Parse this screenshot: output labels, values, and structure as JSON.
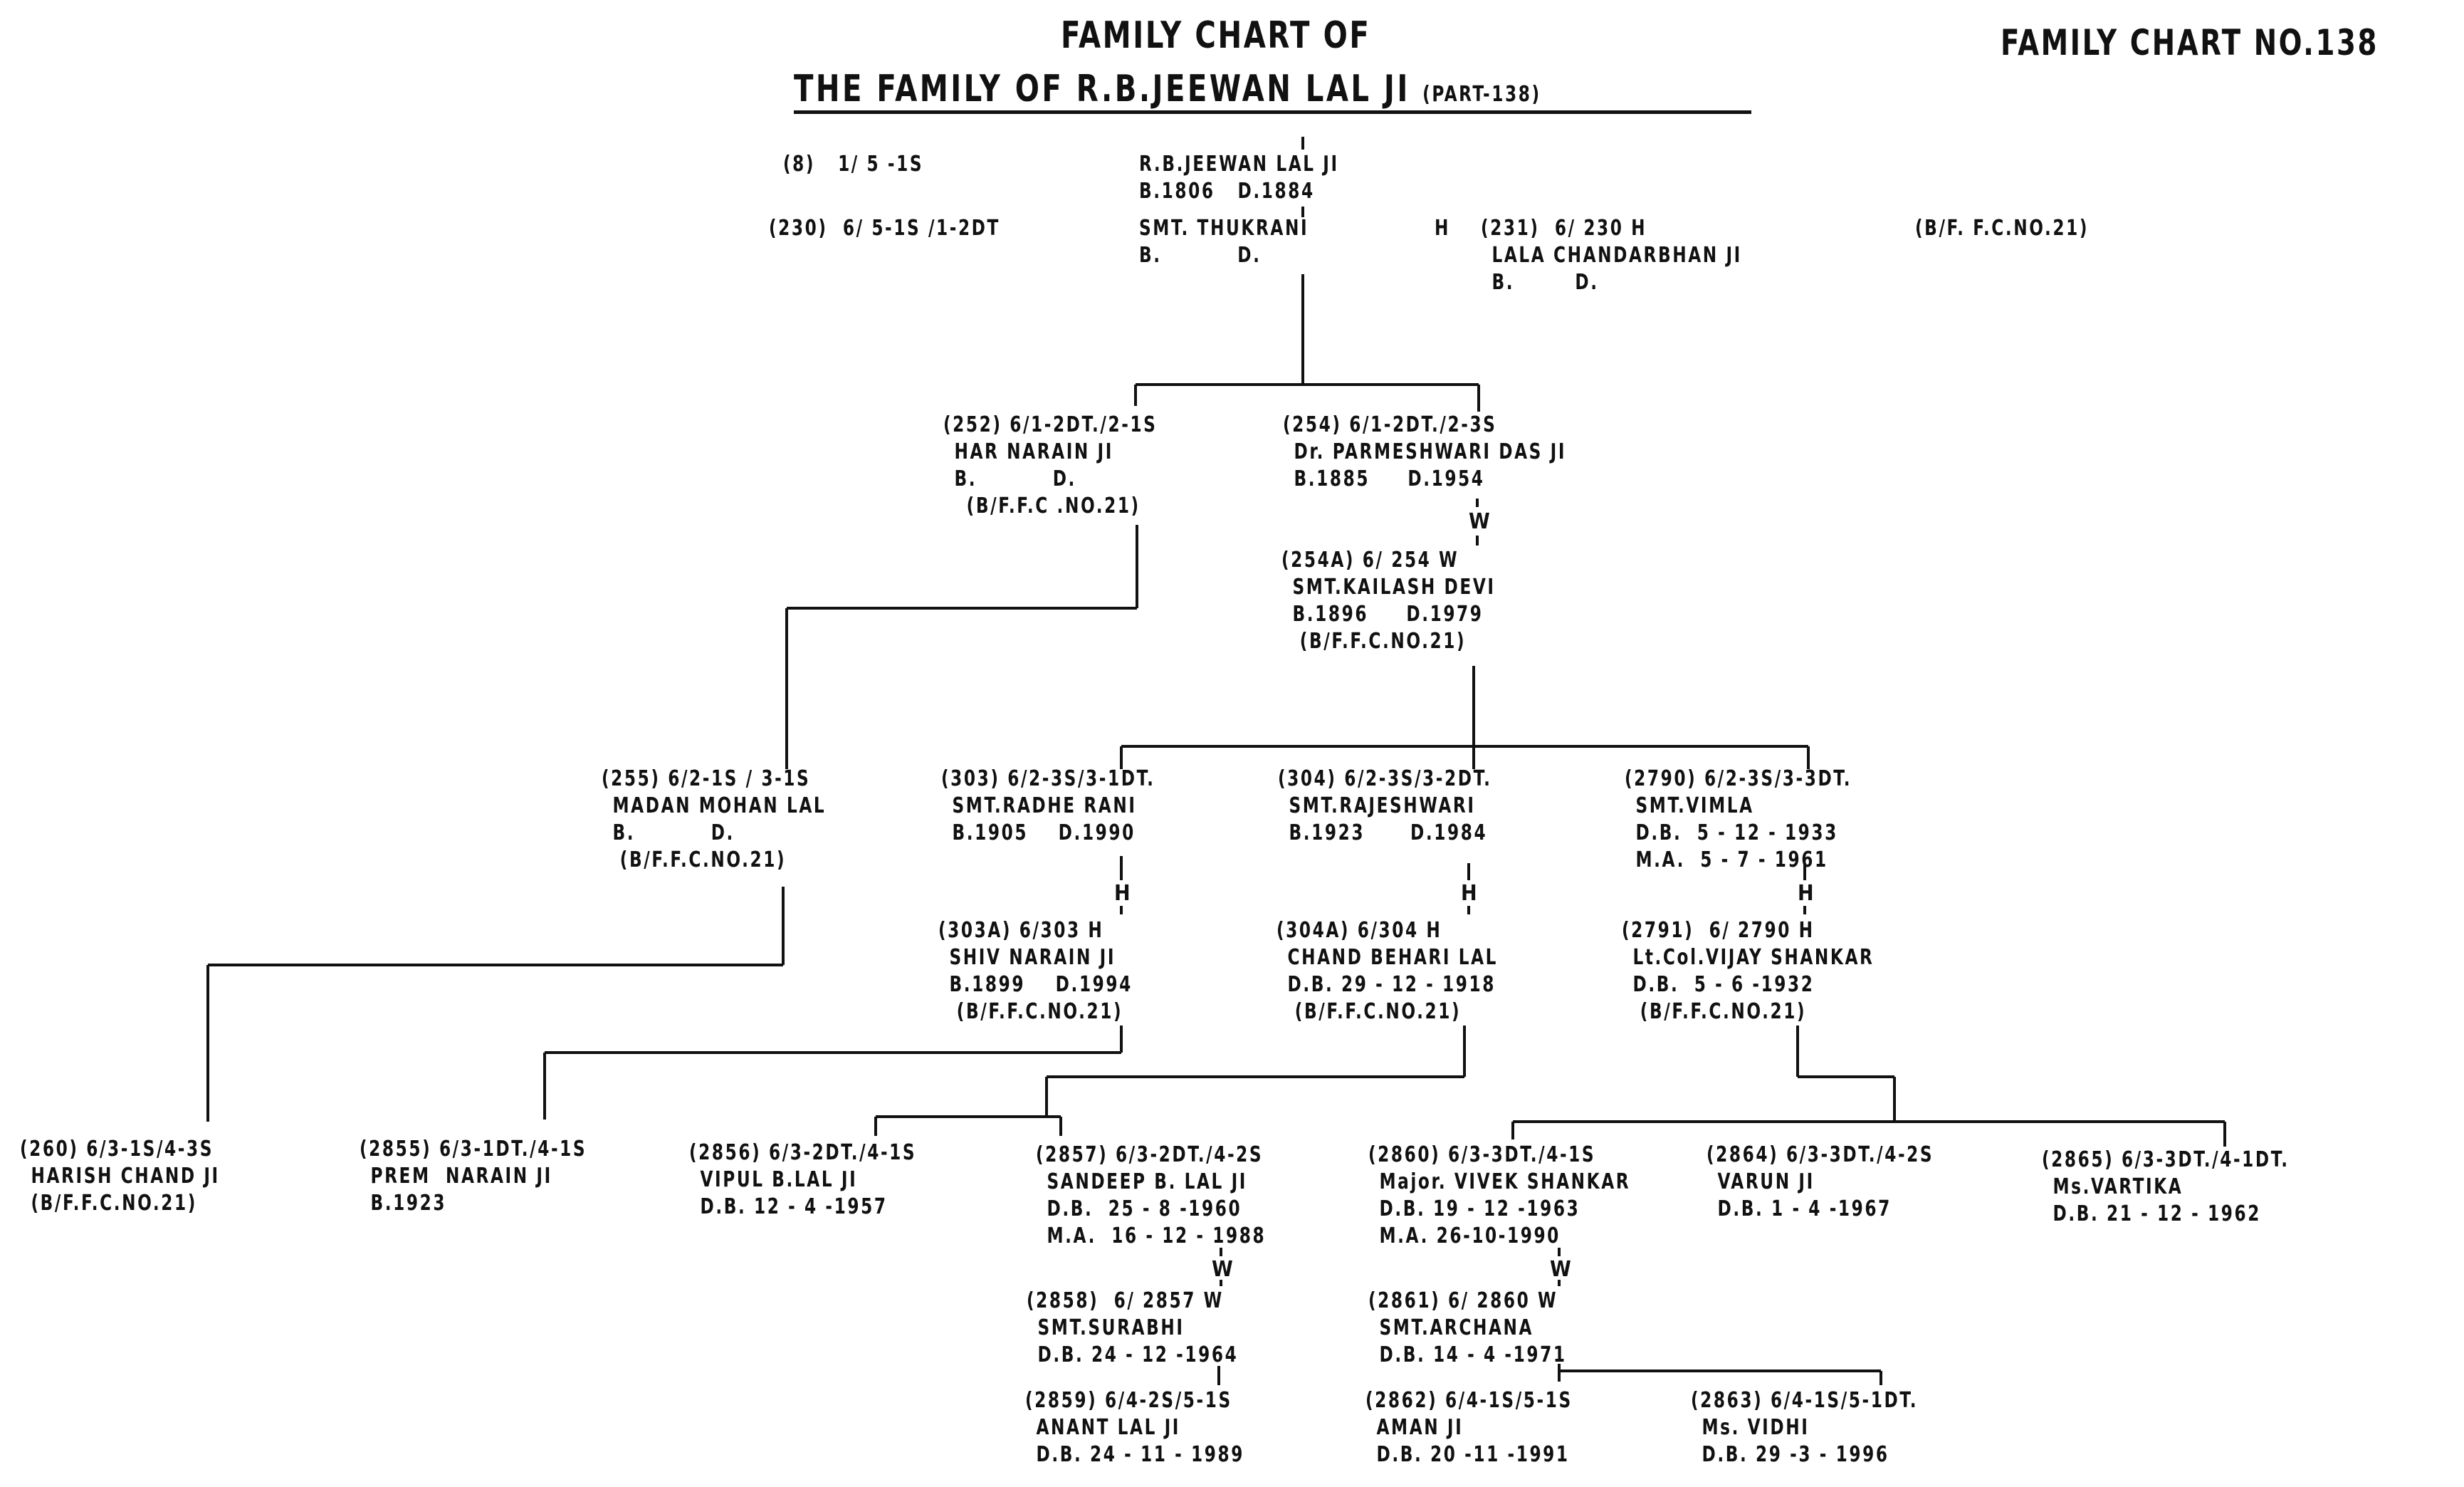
{
  "header": {
    "title_line1": "FAMILY CHART OF",
    "title_line2": "THE FAMILY OF R.B.JEEWAN LAL JI",
    "part_label": "(PART-138)",
    "chart_number": "FAMILY CHART NO.138"
  },
  "root": {
    "code_line": "(8)   1/ 5 -1S",
    "name": "R.B.JEEWAN LAL JI",
    "dates": "B.1806   D.1884"
  },
  "spouse_row": {
    "code_line": "(230)  6/ 5-1S /1-2DT",
    "name": "SMT. THUKRANI",
    "dates": "B.          D.",
    "husband_marker": "H",
    "husband_code": "(231)  6/ 230 H",
    "husband_name": "LALA CHANDARBHAN JI",
    "husband_dates": "B.        D.",
    "reference": "(B/F. F.C.NO.21)"
  },
  "generation2": [
    {
      "code": "(252) 6/1-2DT./2-1S",
      "name": "HAR NARAIN JI",
      "dates": "B.          D.",
      "ref": "(B/F.F.C .NO.21)"
    },
    {
      "code": "(254) 6/1-2DT./2-3S",
      "name": "Dr. PARMESHWARI DAS JI",
      "dates": "B.1885     D.1954",
      "spouse_marker": "W",
      "spouse": {
        "code": "(254A) 6/ 254 W",
        "name": "SMT.KAILASH DEVI",
        "dates": "B.1896     D.1979",
        "ref": "(B/F.F.C.NO.21)"
      }
    }
  ],
  "generation3": [
    {
      "code": "(255) 6/2-1S / 3-1S",
      "name": "MADAN MOHAN LAL",
      "dates": "B.          D.",
      "ref": "(B/F.F.C.NO.21)"
    },
    {
      "code": "(303) 6/2-3S/3-1DT.",
      "name": "SMT.RADHE RANI",
      "dates": "B.1905    D.1990",
      "spouse_marker": "H",
      "spouse": {
        "code": "(303A) 6/303 H",
        "name": "SHIV NARAIN JI",
        "dates": "B.1899    D.1994",
        "ref": "(B/F.F.C.NO.21)"
      }
    },
    {
      "code": "(304) 6/2-3S/3-2DT.",
      "name": "SMT.RAJESHWARI",
      "dates": "B.1923      D.1984",
      "spouse_marker": "H",
      "spouse": {
        "code": "(304A) 6/304 H",
        "name": "CHAND BEHARI LAL",
        "dates": "D.B. 29 - 12 - 1918",
        "ref": "(B/F.F.C.NO.21)"
      }
    },
    {
      "code": "(2790) 6/2-3S/3-3DT.",
      "name": "SMT.VIMLA",
      "dates": "D.B.  5 - 12 - 1933",
      "marriage": "M.A.  5 - 7 - 1961",
      "spouse_marker": "H",
      "spouse": {
        "code": "(2791)  6/ 2790 H",
        "name": "Lt.Col.VIJAY SHANKAR",
        "dates": "D.B.  5 - 6 -1932",
        "ref": "(B/F.F.C.NO.21)"
      }
    }
  ],
  "generation4": [
    {
      "code": "(260) 6/3-1S/4-3S",
      "name": "HARISH CHAND JI",
      "ref": "(B/F.F.C.NO.21)"
    },
    {
      "code": "(2855) 6/3-1DT./4-1S",
      "name": "PREM  NARAIN JI",
      "dates": "B.1923"
    },
    {
      "code": "(2856) 6/3-2DT./4-1S",
      "name": "VIPUL B.LAL JI",
      "dates": "D.B. 12 - 4 -1957"
    },
    {
      "code": "(2857) 6/3-2DT./4-2S",
      "name": "SANDEEP B. LAL JI",
      "dates": "D.B.  25 - 8 -1960",
      "marriage": "M.A.  16 - 12 - 1988",
      "spouse_marker": "W",
      "spouse": {
        "code": "(2858)  6/ 2857 W",
        "name": "SMT.SURABHI",
        "dates": "D.B. 24 - 12 -1964"
      }
    },
    {
      "code": "(2860) 6/3-3DT./4-1S",
      "name": "Major. VIVEK SHANKAR",
      "dates": "D.B. 19 - 12 -1963",
      "marriage": "M.A. 26-10-1990",
      "spouse_marker": "W",
      "spouse": {
        "code": "(2861) 6/ 2860 W",
        "name": "SMT.ARCHANA",
        "dates": "D.B. 14 - 4 -1971"
      }
    },
    {
      "code": "(2864) 6/3-3DT./4-2S",
      "name": "VARUN JI",
      "dates": "D.B. 1 - 4 -1967"
    },
    {
      "code": "(2865) 6/3-3DT./4-1DT.",
      "name": "Ms.VARTIKA",
      "dates": "D.B. 21 - 12 - 1962"
    }
  ],
  "generation5": [
    {
      "code": "(2859) 6/4-2S/5-1S",
      "name": "ANANT LAL JI",
      "dates": "D.B. 24 - 11 - 1989"
    },
    {
      "code": "(2862) 6/4-1S/5-1S",
      "name": "AMAN JI",
      "dates": "D.B. 20 -11 -1991"
    },
    {
      "code": "(2863) 6/4-1S/5-1DT.",
      "name": "Ms. VIDHI",
      "dates": "D.B. 29 -3 - 1996"
    }
  ]
}
